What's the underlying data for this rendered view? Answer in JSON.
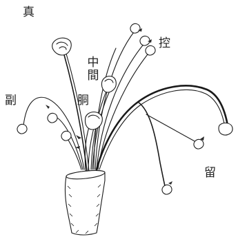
{
  "labels": {
    "shin": "真",
    "hikae": "控",
    "nakama": "中間",
    "soe": "副",
    "dou": "胴",
    "tome": "留"
  },
  "colors": {
    "background": "#ffffff",
    "ink": "#1a1a1a"
  }
}
